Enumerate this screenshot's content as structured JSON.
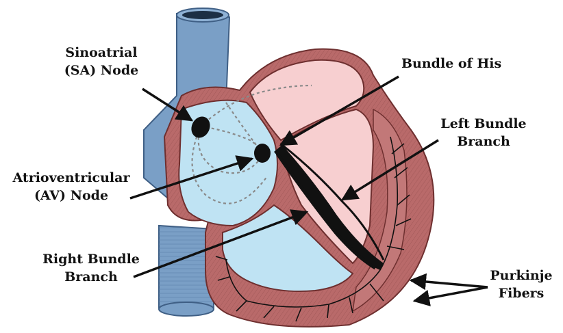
{
  "labels": {
    "sa_node": {
      "line1": "Sinoatrial",
      "line2": "(SA) Node"
    },
    "av_node": {
      "line1": "Atrioventricular",
      "line2": "(AV) Node"
    },
    "right_bundle": {
      "line1": "Right Bundle",
      "line2": "Branch"
    },
    "bundle_of_his": {
      "line1": "Bundle of His"
    },
    "left_bundle": {
      "line1": "Left Bundle",
      "line2": "Branch"
    },
    "purkinje": {
      "line1": "Purkinje",
      "line2": "Fibers"
    }
  },
  "colors": {
    "vessel": "#7a9fc6",
    "atrium": "#bfe3f3",
    "ventricle": "#f7cfd0",
    "muscle": "#b96a6a",
    "conduction": "#111111"
  }
}
